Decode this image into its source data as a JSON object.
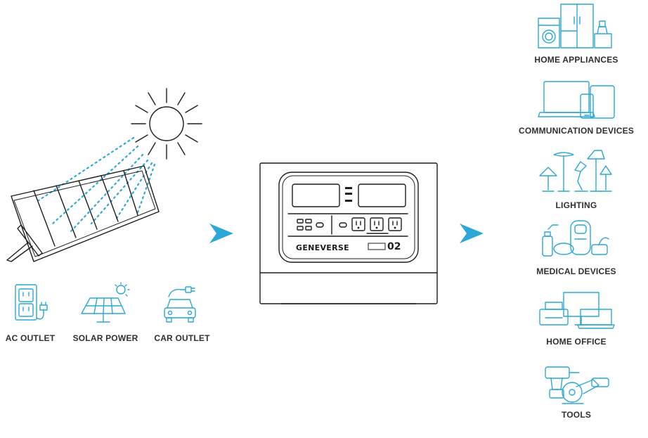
{
  "sources": [
    {
      "label": "AC OUTLET",
      "icon": "ac-outlet-icon"
    },
    {
      "label": "SOLAR POWER",
      "icon": "solar-panel-icon"
    },
    {
      "label": "CAR OUTLET",
      "icon": "car-charging-icon"
    }
  ],
  "device": {
    "brand": "GENEVERSE",
    "model": "02"
  },
  "uses": [
    {
      "label": "HOME APPLIANCES",
      "icon": "home-appliances-icon"
    },
    {
      "label": "COMMUNICATION DEVICES",
      "icon": "communication-devices-icon"
    },
    {
      "label": "LIGHTING",
      "icon": "lighting-icon"
    },
    {
      "label": "MEDICAL DEVICES",
      "icon": "medical-devices-icon"
    },
    {
      "label": "HOME OFFICE",
      "icon": "home-office-icon"
    },
    {
      "label": "TOOLS",
      "icon": "tools-icon"
    }
  ],
  "colors": {
    "accent": "#2ba7d8",
    "line": "#1d1d1d",
    "text": "#2f2f2f"
  }
}
